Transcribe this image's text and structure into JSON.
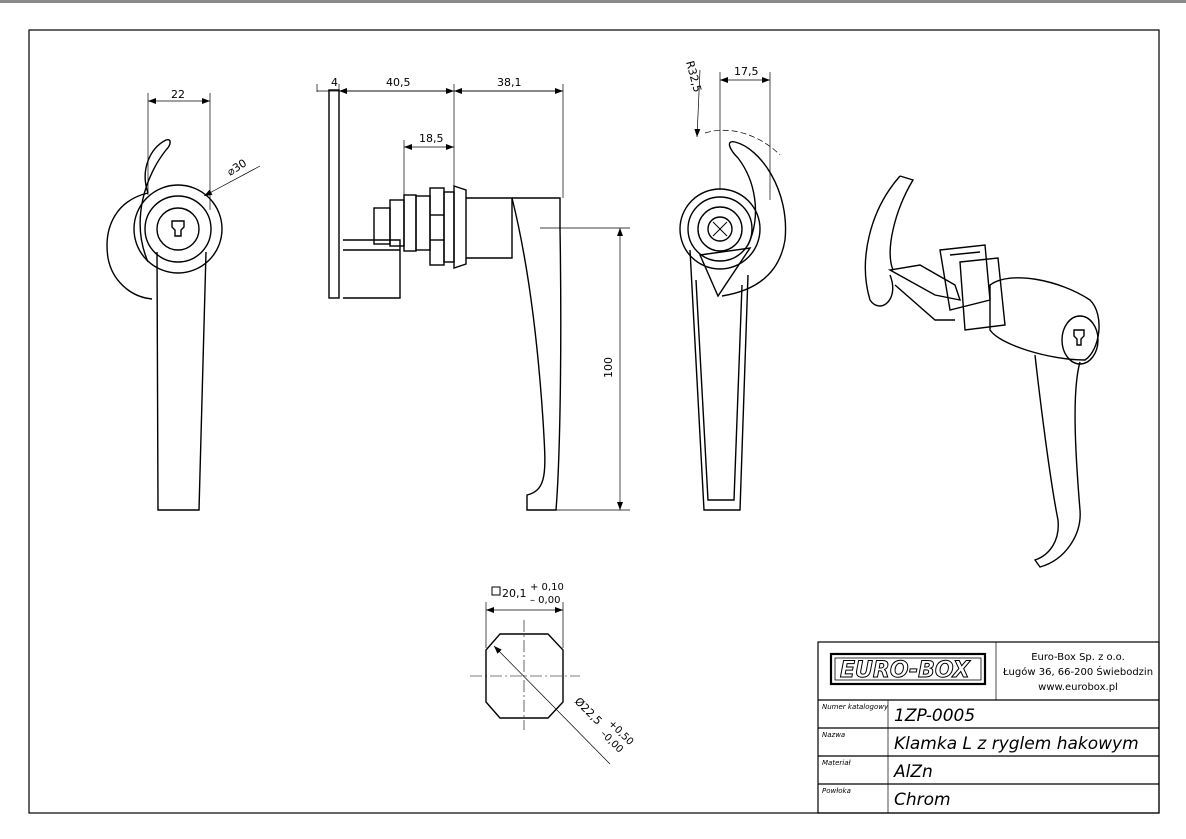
{
  "dimensions": {
    "front_width": "22",
    "front_diameter": "⌀30",
    "side_plate": "4",
    "side_body": "40,5",
    "side_handle": "38,1",
    "side_nut": "18,5",
    "side_height": "100",
    "right_radius": "R32,5",
    "right_offset": "17,5",
    "cutout_square": "20,1",
    "cutout_square_tol_plus": "+ 0,10",
    "cutout_square_tol_minus": "– 0,00",
    "cutout_diameter": "Ø22,5",
    "cutout_diameter_tol_plus": "+0,50",
    "cutout_diameter_tol_minus": "–0,00"
  },
  "title_block": {
    "logo": "EURO-BOX",
    "company_name": "Euro-Box Sp. z o.o.",
    "company_address": "Ługów 36, 66-200 Świebodzin",
    "company_web": "www.eurobox.pl",
    "rows": [
      {
        "label": "Numer katalogowy",
        "value": "1ZP-0005"
      },
      {
        "label": "Nazwa",
        "value": "Klamka L z ryglem hakowym"
      },
      {
        "label": "Materiał",
        "value": "AlZn"
      },
      {
        "label": "Powłoka",
        "value": "Chrom"
      }
    ]
  }
}
